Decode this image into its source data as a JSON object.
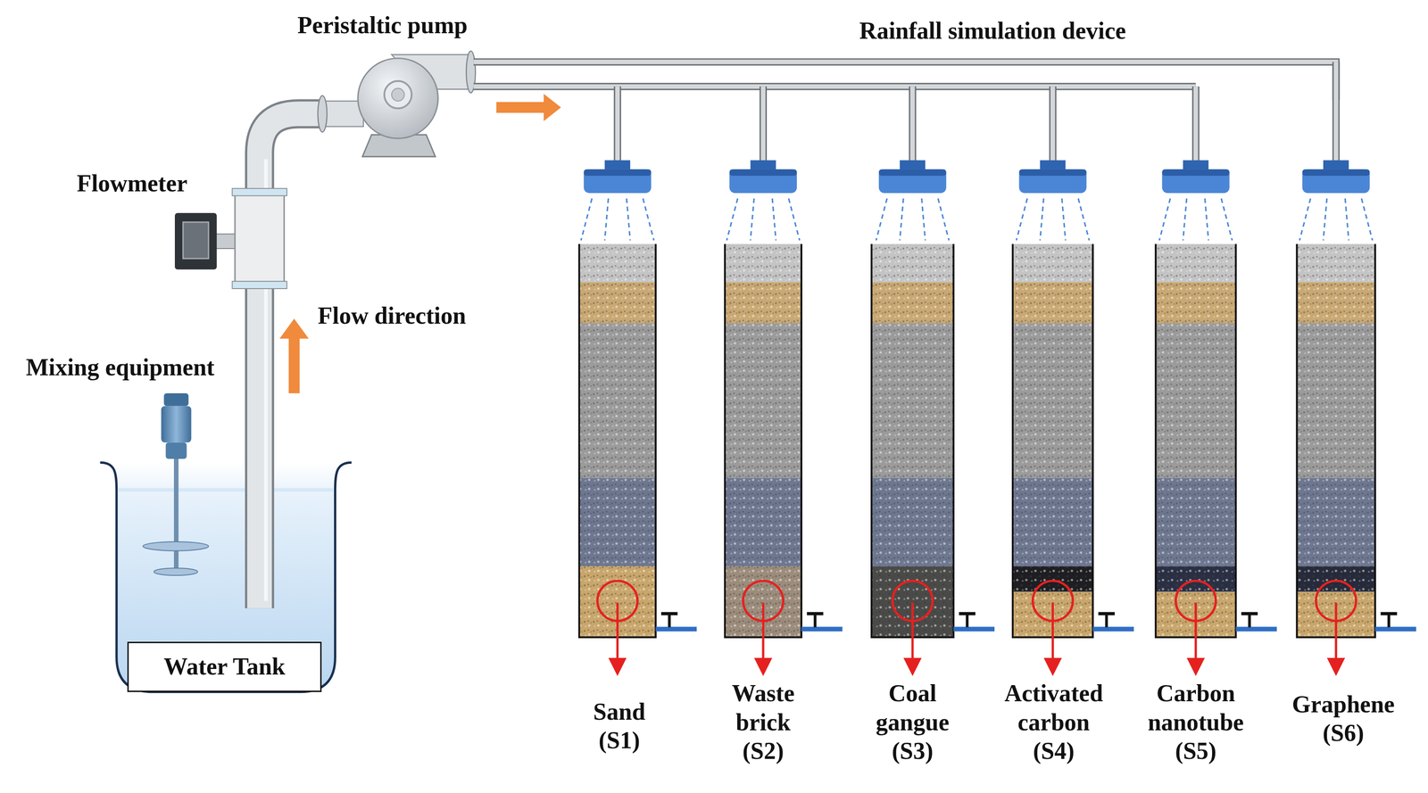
{
  "diagram": {
    "nodes": [
      {
        "text": [
          "Water Tank"
        ]
      }
    ],
    "labels": [
      "Peristaltic pump",
      "Rainfall simulation device",
      "Flowmeter",
      "Flow direction",
      "Mixing equipment",
      "Sand (S1)",
      "Waste brick (S2)",
      "Coal gangue (S3)",
      "Activated carbon (S4)",
      "Carbon nanotube (S5)",
      "Graphene (S6)"
    ]
  }
}
